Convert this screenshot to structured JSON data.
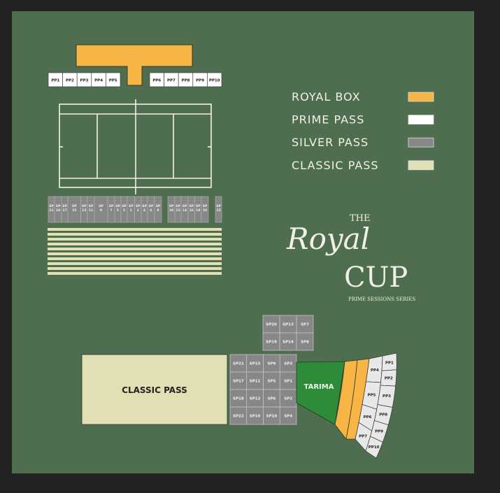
{
  "colors": {
    "royal_box": "#f6b544",
    "prime_pass": "#ffffff",
    "silver_pass": "#878787",
    "classic_pass": "#e1dfb4",
    "tarima": "#2e8b3a",
    "background": "#4e6e4f",
    "fan_cells": "#e8e8e8"
  },
  "legend": [
    {
      "label": "ROYAL BOX",
      "color": "#f6b544"
    },
    {
      "label": "PRIME PASS",
      "color": "#ffffff"
    },
    {
      "label": "SILVER PASS",
      "color": "#878787"
    },
    {
      "label": "CLASSIC PASS",
      "color": "#e1dfb4"
    }
  ],
  "logo": {
    "the": "THE",
    "royal": "Royal",
    "cup": "CUP",
    "tagline": "PRIME SESSIONS SERIES"
  },
  "top_prime_left": [
    "PP1",
    "PP2",
    "PP3",
    "PP4",
    "PP5"
  ],
  "top_prime_right": [
    "PP6",
    "PP7",
    "PP8",
    "PP9",
    "PP10"
  ],
  "court_silver": [
    [
      "SP",
      "21"
    ],
    [
      "SP",
      "19"
    ],
    [
      "SP",
      "17"
    ],
    [
      "SP",
      "15"
    ],
    [
      "SP",
      "13"
    ],
    [
      "SP",
      "11"
    ],
    [
      "SP",
      "9"
    ],
    [
      "SP",
      "7"
    ],
    [
      "SP",
      "5"
    ],
    [
      "SP",
      "3"
    ],
    [
      "SP",
      "1"
    ],
    [
      "SP",
      "2"
    ],
    [
      "SP",
      "4"
    ],
    [
      "SP",
      "6"
    ],
    [
      "SP",
      "8"
    ],
    [
      "SP",
      "10"
    ],
    [
      "SP",
      "12"
    ],
    [
      "SP",
      "14"
    ],
    [
      "SP",
      "16"
    ],
    [
      "SP",
      "18"
    ],
    [
      "SP",
      "20"
    ],
    [
      "SP",
      "22"
    ]
  ],
  "classic_pass_label": "CLASSIC PASS",
  "tarima_label": "TARIMA",
  "silver_upper_grid": [
    [
      "SP20",
      "SP13",
      "SP7"
    ],
    [
      "SP19",
      "SP14",
      "SP8"
    ]
  ],
  "silver_main_grid": [
    [
      "SP21",
      "SP15",
      "SP9",
      "SP3"
    ],
    [
      "SP17",
      "SP11",
      "SP5",
      "SP1"
    ],
    [
      "SP18",
      "SP12",
      "SP6",
      "SP2"
    ],
    [
      "SP22",
      "SP16",
      "SP10",
      "SP4"
    ]
  ],
  "fan_left": [
    "PP4",
    "PP5",
    "PP6",
    "PP7"
  ],
  "fan_right": [
    "PP1",
    "PP2",
    "PP3",
    "PP8",
    "PP9",
    "PP10"
  ]
}
